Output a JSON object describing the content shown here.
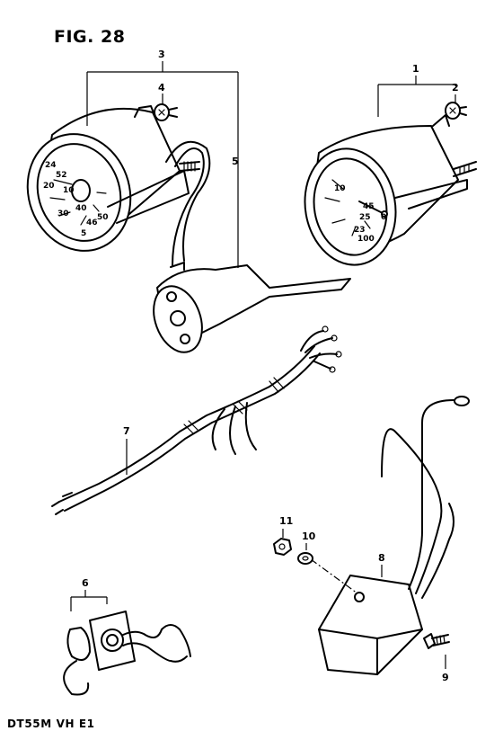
{
  "figure": {
    "title": "FIG. 28",
    "footer": "DT55M VH E1"
  },
  "callouts": [
    {
      "id": "1",
      "label": "1"
    },
    {
      "id": "2",
      "label": "2"
    },
    {
      "id": "3",
      "label": "3"
    },
    {
      "id": "4",
      "label": "4"
    },
    {
      "id": "5",
      "label": "5"
    },
    {
      "id": "6",
      "label": "6"
    },
    {
      "id": "7",
      "label": "7"
    },
    {
      "id": "8",
      "label": "8"
    },
    {
      "id": "9",
      "label": "9"
    },
    {
      "id": "10",
      "label": "10"
    },
    {
      "id": "11",
      "label": "11"
    }
  ],
  "gauges": {
    "left_dial_marks": [
      "24",
      "52",
      "20",
      "10",
      "40",
      "50",
      "30",
      "46",
      "5"
    ],
    "right_dial_marks": [
      "10",
      "0",
      "25",
      "23",
      "45",
      "100"
    ]
  }
}
